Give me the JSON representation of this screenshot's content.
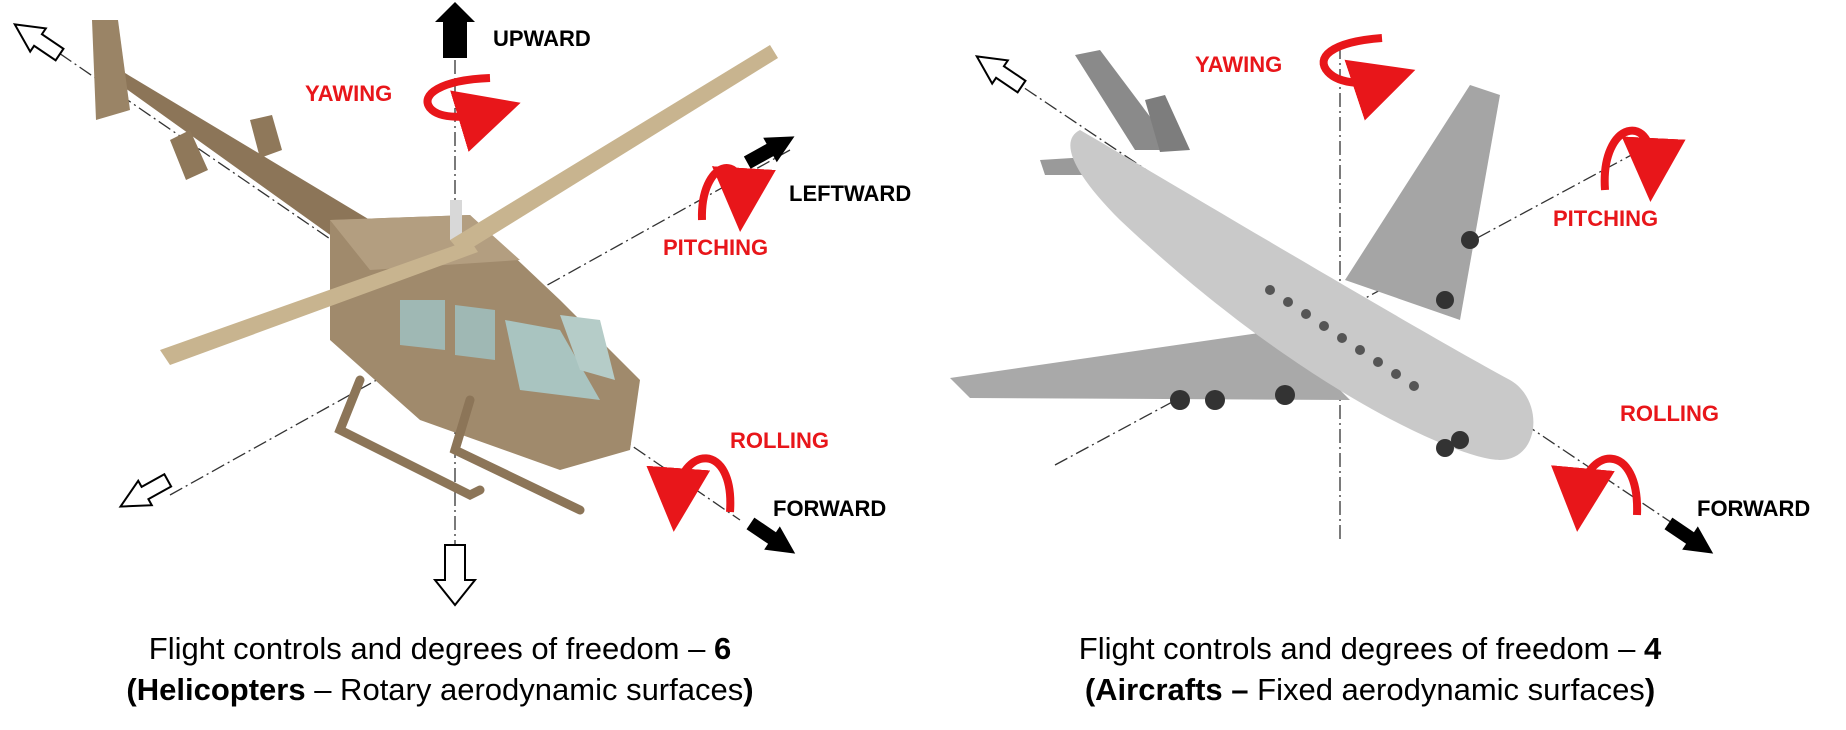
{
  "diagram": {
    "helicopter_panel": {
      "labels": {
        "upward": "UPWARD",
        "yawing": "YAWING",
        "leftward": "LEFTWARD",
        "pitching": "PITCHING",
        "rolling": "ROLLING",
        "forward": "FORWARD"
      },
      "caption": {
        "line1_text": "Flight controls and degrees of freedom – ",
        "line1_number": "6",
        "line2_open": "(",
        "line2_bold": "Helicopters",
        "line2_rest": " – Rotary aerodynamic surfaces",
        "line2_close": ")"
      }
    },
    "aircraft_panel": {
      "labels": {
        "yawing": "YAWING",
        "pitching": "PITCHING",
        "rolling": "ROLLING",
        "forward": "FORWARD"
      },
      "caption": {
        "line1_text": "Flight controls and degrees of freedom – ",
        "line1_number": "4",
        "line2_open": "(",
        "line2_bold": "Aircrafts –",
        "line2_rest": " Fixed aerodynamic surfaces",
        "line2_close": ")"
      }
    },
    "colors": {
      "rotation_red": "#e8161a",
      "direction_black": "#000000",
      "helicopter_body": "#a08a6c",
      "aircraft_body": "#c9c9c9"
    },
    "icons": [
      "open-arrow-icon",
      "solid-arrow-icon",
      "curved-rotation-arrow-icon"
    ]
  }
}
